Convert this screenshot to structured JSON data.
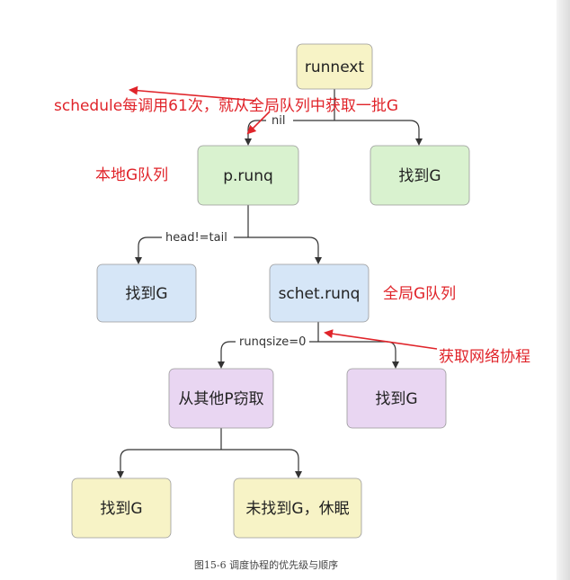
{
  "nodes": {
    "runnext": {
      "label": "runnext",
      "color": "#f7f3c6"
    },
    "local_queue": {
      "label": "p.runq",
      "color": "#d9f2cf"
    },
    "found_g_1": {
      "label": "找到G",
      "color": "#d9f2cf"
    },
    "found_g_2": {
      "label": "找到G",
      "color": "#d6e6f7"
    },
    "global_queue": {
      "label": "schet.runq",
      "color": "#d6e6f7"
    },
    "steal": {
      "label": "从其他P窃取",
      "color": "#e9d6f2"
    },
    "found_g_3": {
      "label": "找到G",
      "color": "#e9d6f2"
    },
    "found_g_4": {
      "label": "找到G",
      "color": "#f7f3c6"
    },
    "sleep": {
      "label": "未找到G，休眠",
      "color": "#f7f3c6"
    }
  },
  "edges": {
    "nil": "nil",
    "head_ne_tail": "head!=tail",
    "runqsize_zero": "runqsize=0"
  },
  "annotations": {
    "schedule_note": "schedule每调用61次，就从全局队列中获取一批G",
    "local_queue_note": "本地G队列",
    "global_queue_note": "全局G队列",
    "netpoll_note": "获取网络协程",
    "color": "#e0242a"
  },
  "caption": "图15-6  调度协程的优先级与顺序"
}
